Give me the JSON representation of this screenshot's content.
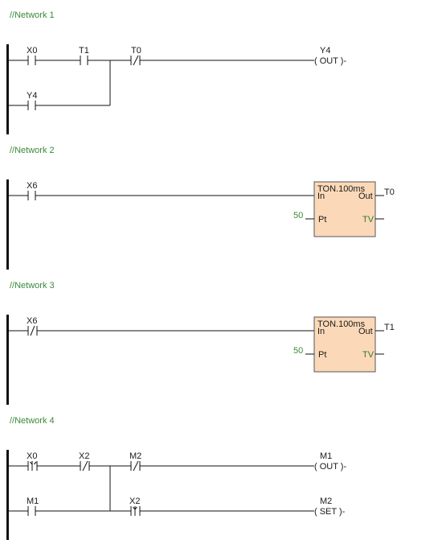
{
  "colors": {
    "wire": "#111111",
    "rail": "#111111",
    "comment": "#3a8a3a",
    "box_fill": "#fbd9b8",
    "box_stroke": "#555555"
  },
  "networks": [
    {
      "comment": "//Network 1",
      "contacts": [
        {
          "label": "X0",
          "kind": "NO"
        },
        {
          "label": "T1",
          "kind": "NO"
        },
        {
          "label": "T0",
          "kind": "NC"
        },
        {
          "label": "Y4",
          "kind": "NO"
        }
      ],
      "coils": [
        {
          "label": "Y4",
          "type": "( OUT )-"
        }
      ]
    },
    {
      "comment": "//Network 2",
      "contacts": [
        {
          "label": "X6",
          "kind": "NO"
        }
      ],
      "timer": {
        "title": "TON.100ms",
        "in": "In",
        "out": "Out",
        "pt": "Pt",
        "tv": "TV",
        "pt_value": "50",
        "output": "T0"
      }
    },
    {
      "comment": "//Network 3",
      "contacts": [
        {
          "label": "X6",
          "kind": "NC"
        }
      ],
      "timer": {
        "title": "TON.100ms",
        "in": "In",
        "out": "Out",
        "pt": "Pt",
        "tv": "TV",
        "pt_value": "50",
        "output": "T1"
      }
    },
    {
      "comment": "//Network 4",
      "contacts": [
        {
          "label": "X0",
          "kind": "RISE"
        },
        {
          "label": "X2",
          "kind": "NC"
        },
        {
          "label": "M2",
          "kind": "NC"
        },
        {
          "label": "M1",
          "kind": "NO"
        },
        {
          "label": "X2",
          "kind": "RISE"
        }
      ],
      "coils": [
        {
          "label": "M1",
          "type": "( OUT )-"
        },
        {
          "label": "M2",
          "type": "( SET )-"
        }
      ]
    }
  ]
}
